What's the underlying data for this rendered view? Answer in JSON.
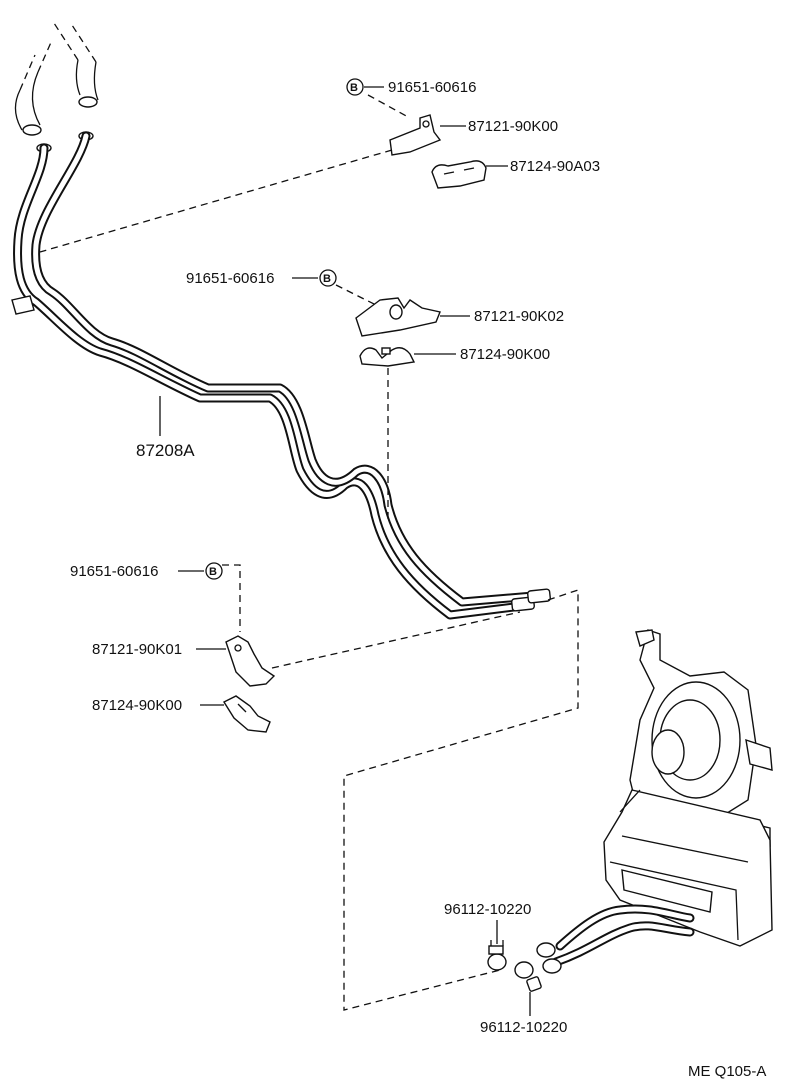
{
  "labels": {
    "bolt_top": "91651-60616",
    "bracket_top": "87121-90K00",
    "clamp_top": "87124-90A03",
    "bolt_mid": "91651-60616",
    "bracket_mid": "87121-90K02",
    "clamp_mid": "87124-90K00",
    "pipe": "87208A",
    "bolt_low": "91651-60616",
    "bracket_low": "87121-90K01",
    "clamp_low": "87124-90K00",
    "hose_clamp_upper": "96112-10220",
    "hose_clamp_lower": "96112-10220",
    "figure_code": "ME  Q105-A"
  },
  "callout_letter": "B"
}
